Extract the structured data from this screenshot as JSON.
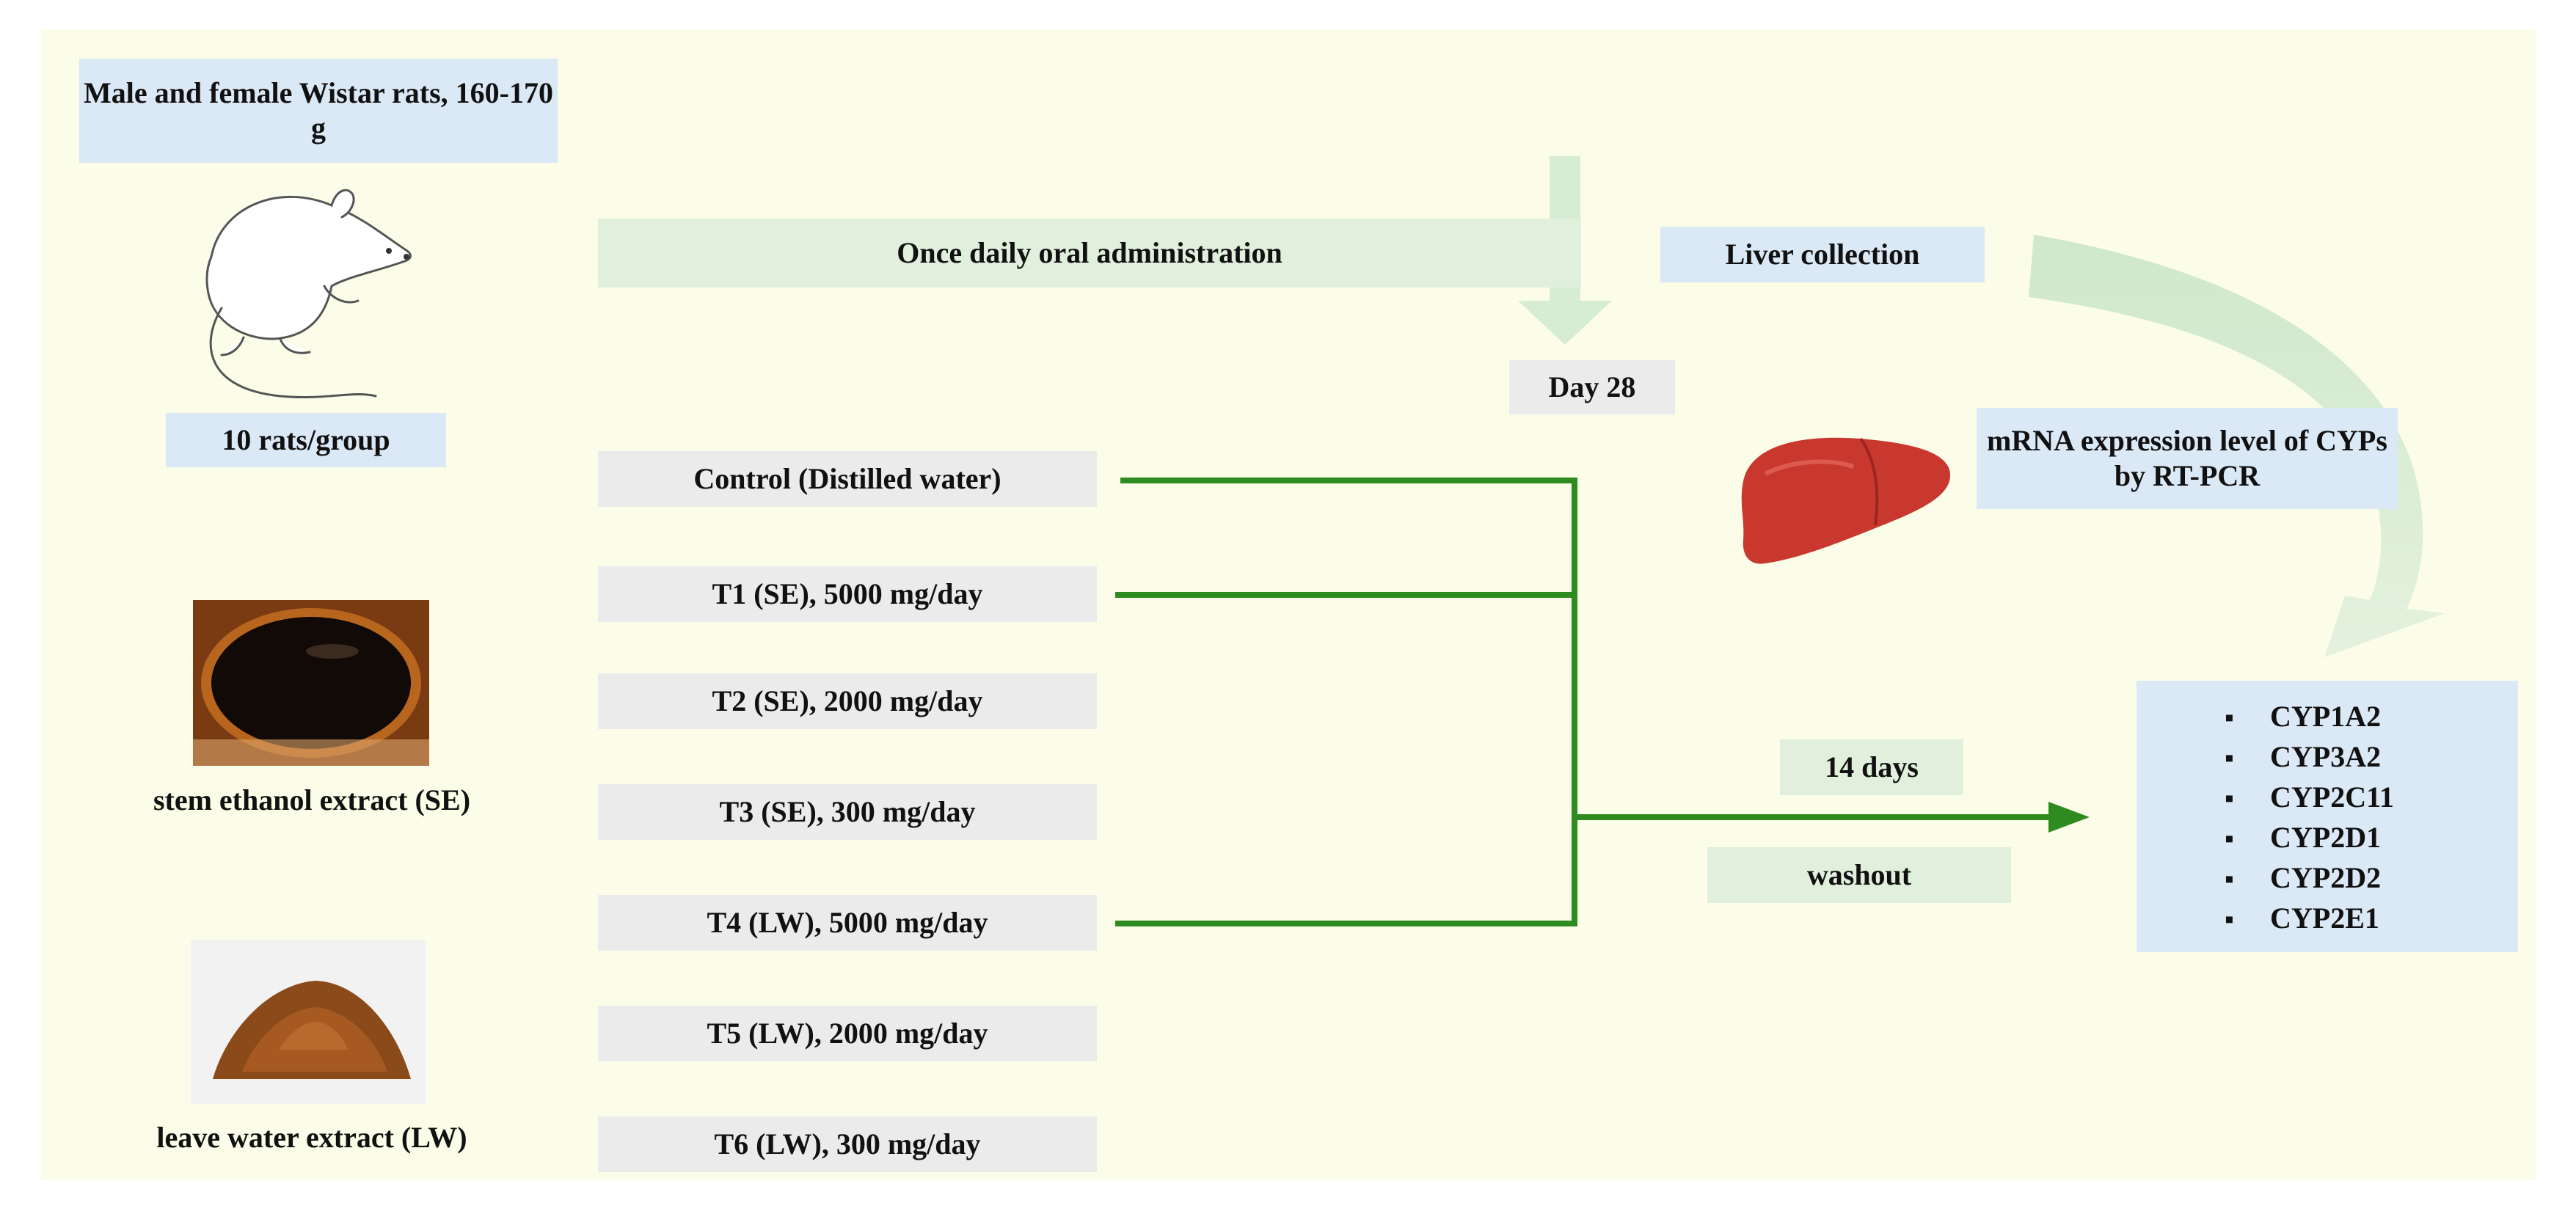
{
  "subjects": {
    "title": "Male and female Wistar rats, 160-170 g",
    "group_size": "10 rats/group",
    "icon": "rat-icon"
  },
  "extracts": {
    "stem": {
      "label": "stem ethanol extract (SE)",
      "icon": "dark-extract-bowl-icon"
    },
    "leaf": {
      "label": "leave water extract (LW)",
      "icon": "brown-powder-icon"
    }
  },
  "administration": {
    "label": "Once daily oral administration",
    "end_day": "Day 28"
  },
  "groups": [
    {
      "label": "Control (Distilled water)"
    },
    {
      "label": "T1 (SE), 5000 mg/day"
    },
    {
      "label": "T2 (SE), 2000 mg/day"
    },
    {
      "label": "T3 (SE), 300 mg/day"
    },
    {
      "label": "T4 (LW), 5000 mg/day"
    },
    {
      "label": "T5 (LW), 2000 mg/day"
    },
    {
      "label": "T6 (LW), 300 mg/day"
    }
  ],
  "washout": {
    "duration": "14 days",
    "label": "washout"
  },
  "collection": {
    "label": "Liver collection",
    "analysis": "mRNA expression level of CYPs by RT-PCR",
    "icon": "liver-icon"
  },
  "cyps": [
    "CYP1A2",
    "CYP3A2",
    "CYP2C11",
    "CYP2D1",
    "CYP2D2",
    "CYP2E1"
  ],
  "colors": {
    "background": "#fbfde8",
    "blue_box": "#dbe9f6",
    "grey_box": "#ebebeb",
    "green_box": "#e1f0dc",
    "connector": "#2e8b1f",
    "arrow_fill": "#d6ecd3"
  }
}
